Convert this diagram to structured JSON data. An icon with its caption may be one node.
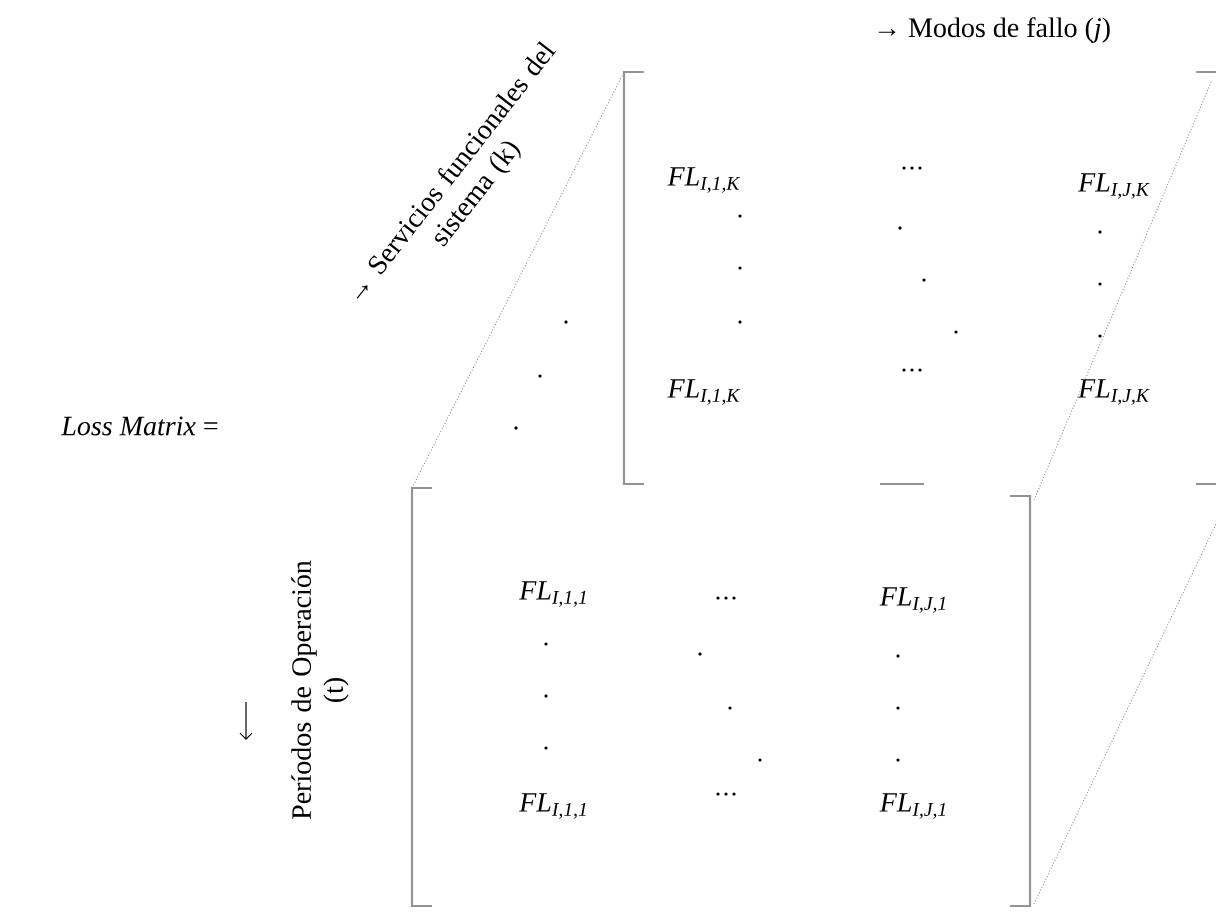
{
  "diagram": {
    "labels": [
      "→ Modos de fallo (*j*)",
      "→ Servicios funcionales del sistema (k)",
      "FL$_{I,1,K}$",
      "FL$_{I,J,K}$",
      "FL$_{I,1,K}$",
      "FL$_{I,J,K}$",
      "*Loss Matrix* =",
      "Períodos de Operación (t)",
      "FL$_{I,1,1}$",
      "FL$_{I,J,1}$",
      "FL$_{I,1,1}$",
      "FL$_{I,J,1}$"
    ]
  }
}
